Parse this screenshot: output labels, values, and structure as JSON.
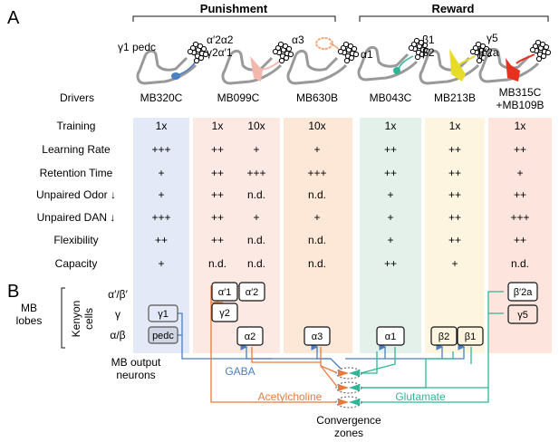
{
  "panels": {
    "a": "A",
    "b": "B"
  },
  "groups": {
    "punishment": "Punishment",
    "reward": "Reward"
  },
  "neuron_labels": {
    "c1": "γ1 pedc",
    "c2a": "α′2α2",
    "c2b": "γ2α′1",
    "c3": "α3",
    "c4": "α1",
    "c5a": "β1",
    "c5b": "β2",
    "c6a": "γ5",
    "c6b": "β′2a"
  },
  "drivers_label": "Drivers",
  "drivers": [
    "MB320C",
    "MB099C",
    "MB630B",
    "MB043C",
    "MB213B",
    "MB315C",
    "+MB109B"
  ],
  "row_labels": [
    "Training",
    "Learning Rate",
    "Retention Time",
    "Unpaired Odor ↓",
    "Unpaired DAN ↓",
    "Flexibility",
    "Capacity"
  ],
  "table": [
    [
      "1x",
      "1x",
      "10x",
      "10x",
      "1x",
      "1x",
      "1x"
    ],
    [
      "+++",
      "++",
      "+",
      "+",
      "++",
      "++",
      "++"
    ],
    [
      "+",
      "++",
      "+++",
      "+++",
      "++",
      "++",
      "+"
    ],
    [
      "+",
      "++",
      "n.d.",
      "n.d.",
      "+",
      "++",
      "++"
    ],
    [
      "+++",
      "++",
      "+",
      "+",
      "+",
      "++",
      "+++"
    ],
    [
      "++",
      "++",
      "n.d.",
      "n.d.",
      "+",
      "++",
      "++"
    ],
    [
      "+",
      "n.d.",
      "n.d.",
      "n.d.",
      "++",
      "+",
      "n.d."
    ]
  ],
  "mb_lobes": {
    "mb": "MB",
    "lobes": "lobes",
    "kenyon1": "Kenyon",
    "kenyon2": "cells",
    "rows": [
      "α′/β′",
      "γ",
      "α/β"
    ]
  },
  "compartments": {
    "g1": "γ1",
    "pedc": "pedc",
    "ap1": "α′1",
    "ap2": "α′2",
    "g2": "γ2",
    "a2": "α2",
    "a3": "α3",
    "a1": "α1",
    "b2": "β2",
    "b1": "β1",
    "bp2a": "β′2a",
    "g5": "γ5"
  },
  "output": {
    "line1": "MB output",
    "line2": "neurons"
  },
  "transmitters": {
    "gaba": "GABA",
    "ach": "Acetylcholine",
    "glu": "Glutamate"
  },
  "convergence": {
    "line1": "Convergence",
    "line2": "zones"
  },
  "colors": {
    "blue": "#4a7fc1",
    "orange": "#ea7a3b",
    "teal": "#2fb598",
    "yellow": "#e8dc2a",
    "red": "#e8301f",
    "pink": "#f3b7ae",
    "salmon": "#f0a678",
    "col_blue_bg": "#e3e9f6",
    "col_pink_bg": "#fde9e3",
    "col_salmon_bg": "#fde7d7",
    "col_green_bg": "#e3f1ea",
    "col_yellow_bg": "#fdf5e0",
    "col_red_bg": "#fde4dc"
  }
}
